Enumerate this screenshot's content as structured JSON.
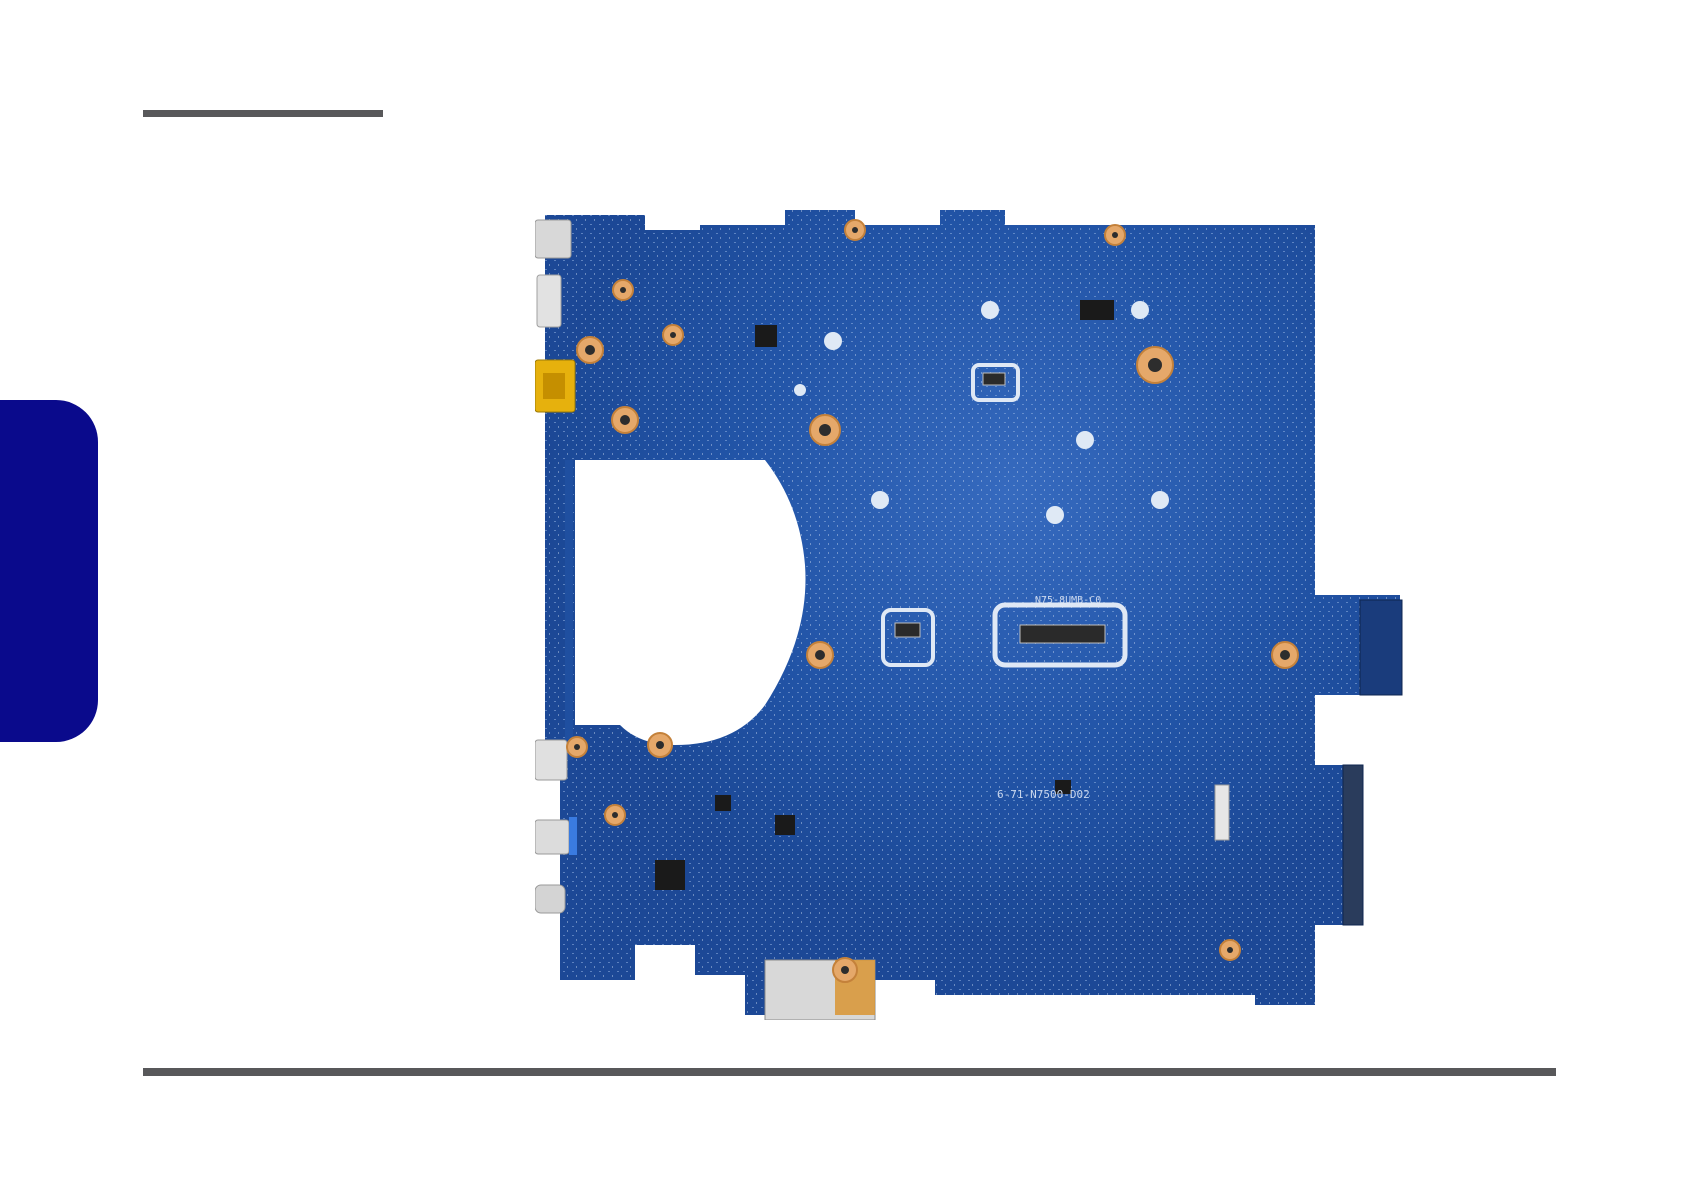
{
  "page": {
    "background": "#ffffff",
    "rule_color": "#58585a",
    "tab_color": "#0a0a8c"
  },
  "figure": {
    "icon": "motherboard-photo",
    "board_color": "#1f4fa0",
    "silkscreen": {
      "model": "N75-8UMB-C0",
      "part_number": "6-71-N7500-D02"
    }
  }
}
